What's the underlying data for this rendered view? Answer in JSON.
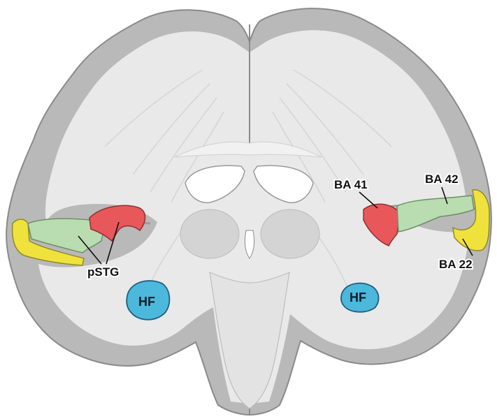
{
  "labels": {
    "pstg": "pSTG",
    "hf_left": "HF",
    "hf_right": "HF",
    "ba41": "BA 41",
    "ba42": "BA 42",
    "ba22": "BA 22"
  },
  "colors": {
    "background": "#ffffff",
    "tissue_fill": "#dcdcdc",
    "tissue_outline": "#8a8a8a",
    "gray_matter": "#b9b9b9",
    "white_matter": "#e9e9e9",
    "ventricle": "#ffffff",
    "region_ba41_primary_auditory": "#e8585a",
    "region_ba42_secondary_auditory": "#b9dcb0",
    "region_ba22_auditory_association": "#f0e23c",
    "region_hippocampal_formation": "#4bb8dc",
    "text": "#111111"
  }
}
